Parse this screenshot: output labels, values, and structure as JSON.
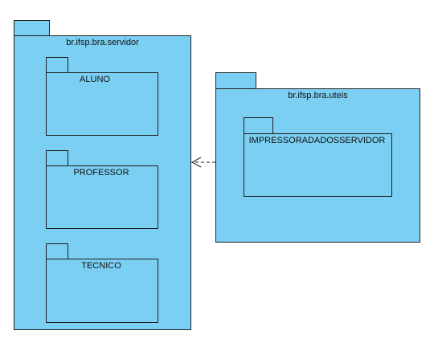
{
  "diagram": {
    "fill_color": "#7bcff3",
    "border_color": "#1f1f1f",
    "packages": {
      "servidor": {
        "label": "br.ifsp.bra.servidor",
        "children": {
          "aluno": {
            "label": "ALUNO"
          },
          "professor": {
            "label": "PROFESSOR"
          },
          "tecnico": {
            "label": "TECNICO"
          }
        }
      },
      "uteis": {
        "label": "br.ifsp.bra.uteis",
        "children": {
          "impressora": {
            "label": "IMPRESSORADADOSSERVIDOR"
          }
        }
      }
    },
    "dependency": {
      "from": "br.ifsp.bra.uteis",
      "to": "br.ifsp.bra.servidor",
      "style": "dashed-open-arrow"
    }
  }
}
